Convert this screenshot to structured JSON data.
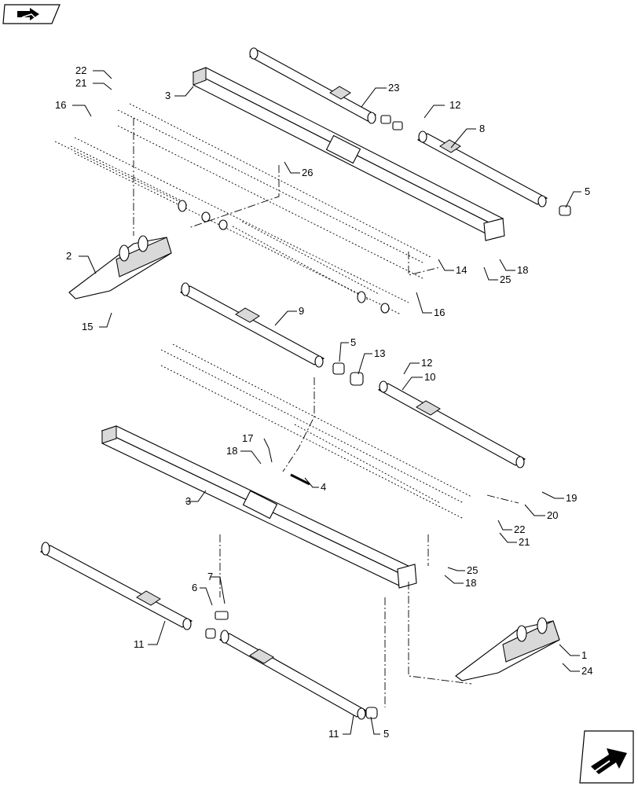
{
  "callouts": [
    {
      "id": "c22a",
      "text": "22"
    },
    {
      "id": "c21a",
      "text": "21"
    },
    {
      "id": "c16a",
      "text": "16"
    },
    {
      "id": "c3a",
      "text": "3"
    },
    {
      "id": "c23",
      "text": "23"
    },
    {
      "id": "c12a",
      "text": "12"
    },
    {
      "id": "c8",
      "text": "8"
    },
    {
      "id": "c26",
      "text": "26"
    },
    {
      "id": "c5a",
      "text": "5"
    },
    {
      "id": "c2",
      "text": "2"
    },
    {
      "id": "c14",
      "text": "14"
    },
    {
      "id": "c18a",
      "text": "18"
    },
    {
      "id": "c25a",
      "text": "25"
    },
    {
      "id": "c15",
      "text": "15"
    },
    {
      "id": "c16b",
      "text": "16"
    },
    {
      "id": "c9",
      "text": "9"
    },
    {
      "id": "c5b",
      "text": "5"
    },
    {
      "id": "c13",
      "text": "13"
    },
    {
      "id": "c12b",
      "text": "12"
    },
    {
      "id": "c10",
      "text": "10"
    },
    {
      "id": "c17",
      "text": "17"
    },
    {
      "id": "c18b",
      "text": "18"
    },
    {
      "id": "c4",
      "text": "4"
    },
    {
      "id": "c3b",
      "text": "3"
    },
    {
      "id": "c19",
      "text": "19"
    },
    {
      "id": "c20",
      "text": "20"
    },
    {
      "id": "c22b",
      "text": "22"
    },
    {
      "id": "c21b",
      "text": "21"
    },
    {
      "id": "c25b",
      "text": "25"
    },
    {
      "id": "c18c",
      "text": "18"
    },
    {
      "id": "c7",
      "text": "7"
    },
    {
      "id": "c6",
      "text": "6"
    },
    {
      "id": "c11a",
      "text": "11"
    },
    {
      "id": "c1",
      "text": "1"
    },
    {
      "id": "c24",
      "text": "24"
    },
    {
      "id": "c11b",
      "text": "11"
    },
    {
      "id": "c5c",
      "text": "5"
    }
  ],
  "nav": {
    "back_icon": "back-arrow-icon",
    "next_icon": "next-arrow-icon"
  }
}
